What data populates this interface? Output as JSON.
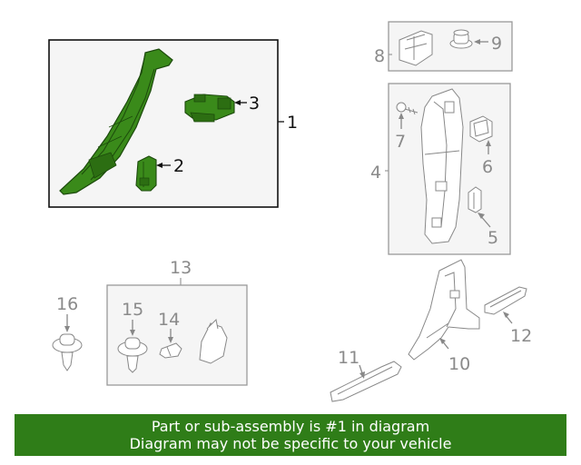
{
  "diagram": {
    "highlight_color": "#2f7d18",
    "part_fill": "#3a8a1a",
    "box_fill": "#f5f5f5",
    "callouts": {
      "c1": "1",
      "c2": "2",
      "c3": "3",
      "c4": "4",
      "c5": "5",
      "c6": "6",
      "c7": "7",
      "c8": "8",
      "c9": "9",
      "c10": "10",
      "c11": "11",
      "c12": "12",
      "c13": "13",
      "c14": "14",
      "c15": "15",
      "c16": "16"
    }
  },
  "banner": {
    "line1": "Part or sub-assembly is #1 in diagram",
    "line2": "Diagram may not be specific to your vehicle",
    "color": "#2f7d18"
  }
}
